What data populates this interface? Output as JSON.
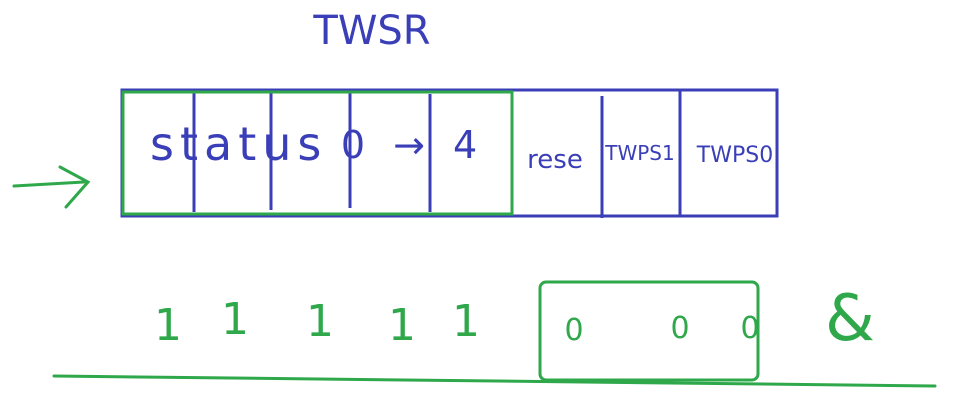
{
  "title": "TWSR",
  "register": {
    "left_group_text": "status",
    "range_text": "0 → 4",
    "fields": [
      "rese",
      "TWPS1",
      "TWPS0"
    ]
  },
  "bits": {
    "ones": [
      "1",
      "1",
      "1",
      "1",
      "1"
    ],
    "zeros": [
      "0",
      "0",
      "0"
    ],
    "mask_note": "&"
  },
  "colors": {
    "blue": "#3a3fb8",
    "green": "#2ea84a"
  }
}
